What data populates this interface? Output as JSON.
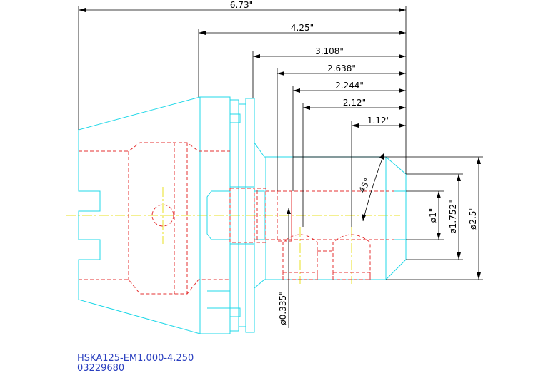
{
  "drawing": {
    "dimensions": {
      "len_673": "6.73\"",
      "len_425": "4.25\"",
      "len_3108": "3.108\"",
      "len_2638": "2.638\"",
      "len_2244": "2.244\"",
      "len_212": "2.12\"",
      "len_112": "1.12\"",
      "angle_45": "45°",
      "dia_1": "ø1\"",
      "dia_1752": "ø1.752\"",
      "dia_25": "ø2.5\"",
      "dia_0335": "ø0.335\""
    },
    "caption": {
      "part_number": "HSKA125-EM1.000-4.250",
      "item_code": "03229680"
    },
    "colors": {
      "part_outline": "#20d8e8",
      "hidden_lines": "#e53030",
      "center_lines": "#e8e020",
      "dimensions": "#000000",
      "caption": "#2a3fbf"
    }
  }
}
